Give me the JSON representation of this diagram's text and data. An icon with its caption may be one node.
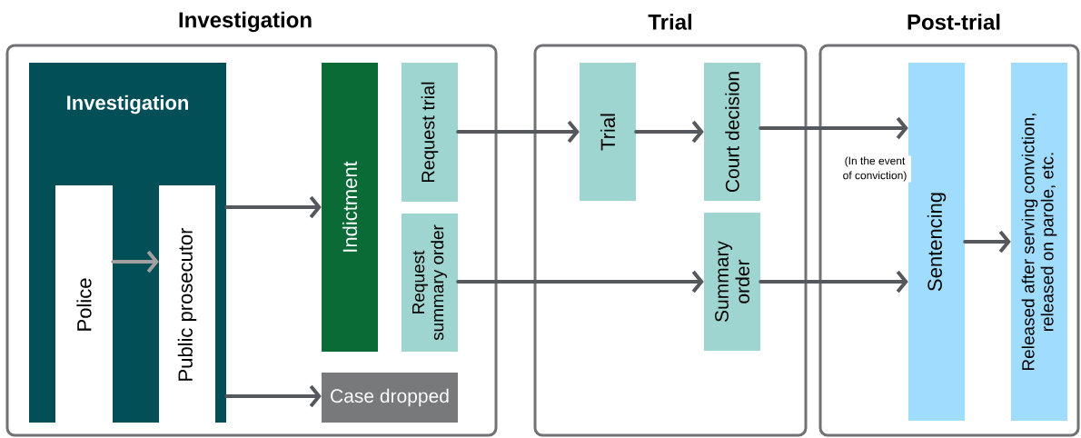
{
  "diagram": {
    "nodes": [
      {
        "text": [
          "Investigation"
        ]
      },
      {
        "text": [
          "Investigation"
        ],
        "in": 0
      },
      {
        "text": [
          "Police"
        ],
        "in": 1
      },
      {
        "text": [
          "Public prosecutor"
        ],
        "in": 1
      },
      {
        "text": [
          "Indictment"
        ],
        "in": 0
      },
      {
        "text": [
          "Request trial"
        ],
        "in": 0
      },
      {
        "text": [
          "Request summary order"
        ],
        "in": 0
      },
      {
        "text": [
          "Case dropped"
        ],
        "in": 0
      },
      {
        "text": [
          "Trial"
        ]
      },
      {
        "text": [
          "Trial"
        ],
        "in": 8
      },
      {
        "text": [
          "Court decision"
        ],
        "in": 8
      },
      {
        "text": [
          "Summary order"
        ],
        "in": 8
      },
      {
        "text": [
          "Post-trial"
        ]
      },
      {
        "text": [
          "Sentencing"
        ],
        "in": 12
      },
      {
        "text": [
          "Released after serving conviction, released on parole, etc."
        ],
        "in": 12
      }
    ],
    "edges": [
      {
        "from": 2,
        "to": 3,
        "arrow": "to",
        "color": "#a0a0a0"
      },
      {
        "from": 1,
        "to": 4,
        "arrow": "to"
      },
      {
        "from": 1,
        "to": 7,
        "arrow": "to"
      },
      {
        "from": 5,
        "to": 9,
        "arrow": "to"
      },
      {
        "from": 9,
        "to": 10,
        "arrow": "to"
      },
      {
        "from": 10,
        "to": 13,
        "arrow": "to",
        "label": "(In the event of conviction)"
      },
      {
        "from": 6,
        "to": 11,
        "arrow": "to"
      },
      {
        "from": 11,
        "to": 13,
        "arrow": "to"
      },
      {
        "from": 13,
        "to": 14,
        "arrow": "to"
      }
    ]
  }
}
